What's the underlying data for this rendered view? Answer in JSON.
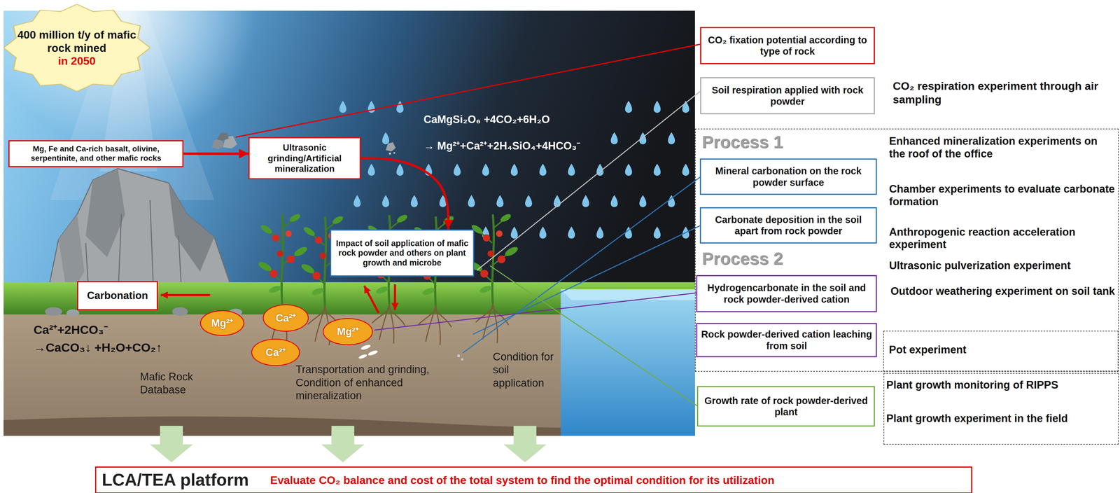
{
  "diagram": {
    "nodes": [
      {
        "text": [
          "400 million t/y of mafic rock mined",
          "in 2050"
        ]
      },
      {
        "text": [
          "Mg, Fe and Ca-rich basalt, olivine, serpentinite, and other mafic rocks"
        ]
      },
      {
        "text": [
          "Ultrasonic grinding/Artificial mineralization"
        ]
      },
      {
        "text": [
          "Impact of soil application of mafic rock powder and others on plant growth and microbe"
        ]
      },
      {
        "text": [
          "Carbonation"
        ]
      },
      {
        "text": [
          "Mg²⁺"
        ]
      },
      {
        "text": [
          "Ca²⁺"
        ]
      },
      {
        "text": [
          "Ca²⁺"
        ]
      },
      {
        "text": [
          "Mg²⁺"
        ]
      },
      {
        "text": [
          "CO₂ fixation potential according to type of rock"
        ]
      },
      {
        "text": [
          "Soil respiration applied with rock powder"
        ]
      },
      {
        "text": [
          "Process 1",
          "Enhanced mineralization experiments on the roof of the office",
          "Chamber experiments to evaluate carbonate formation",
          "Process 2",
          "Anthropogenic reaction acceleration experiment",
          "Ultrasonic pulverization experiment",
          "Outdoor weathering experiment on soil tank"
        ]
      },
      {
        "text": [
          "Mineral carbonation on the rock powder surface"
        ],
        "in": 11
      },
      {
        "text": [
          "Carbonate deposition in the soil apart from rock powder"
        ],
        "in": 11
      },
      {
        "text": [
          "Hydrogencarbonate in the soil and rock powder-derived cation"
        ],
        "in": 11
      },
      {
        "text": [
          "Rock powder-derived cation leaching from soil"
        ],
        "in": 11
      },
      {
        "text": [
          "Pot experiment"
        ],
        "in": 11
      },
      {
        "text": [
          "Growth rate of rock powder-derived plant"
        ]
      },
      {
        "text": [
          "Plant growth monitoring of RIPPS",
          "Plant growth experiment in the field"
        ]
      },
      {
        "text": [
          "LCA/TEA platform",
          "Evaluate CO₂ balance and cost of the total system to find the optimal condition for its utilization"
        ]
      }
    ],
    "edges": [
      {
        "from": 1,
        "to": 2,
        "arrow": "to"
      },
      {
        "from": 2,
        "to": 3,
        "arrow": "to"
      }
    ],
    "labels": [
      "CaMgSi₂O₆ +4CO₂+6H₂O",
      "→ Mg²⁺+Ca²⁺+2H₄SiO₄+4HCO₃⁻",
      "Ca²⁺+2HCO₃⁻",
      "→CaCO₃↓ +H₂O+CO₂↑",
      "Mafic Rock Database",
      "Transportation and grinding, Condition of enhanced mineralization",
      "Condition for soil application",
      "CO₂ respiration experiment through air sampling"
    ]
  }
}
